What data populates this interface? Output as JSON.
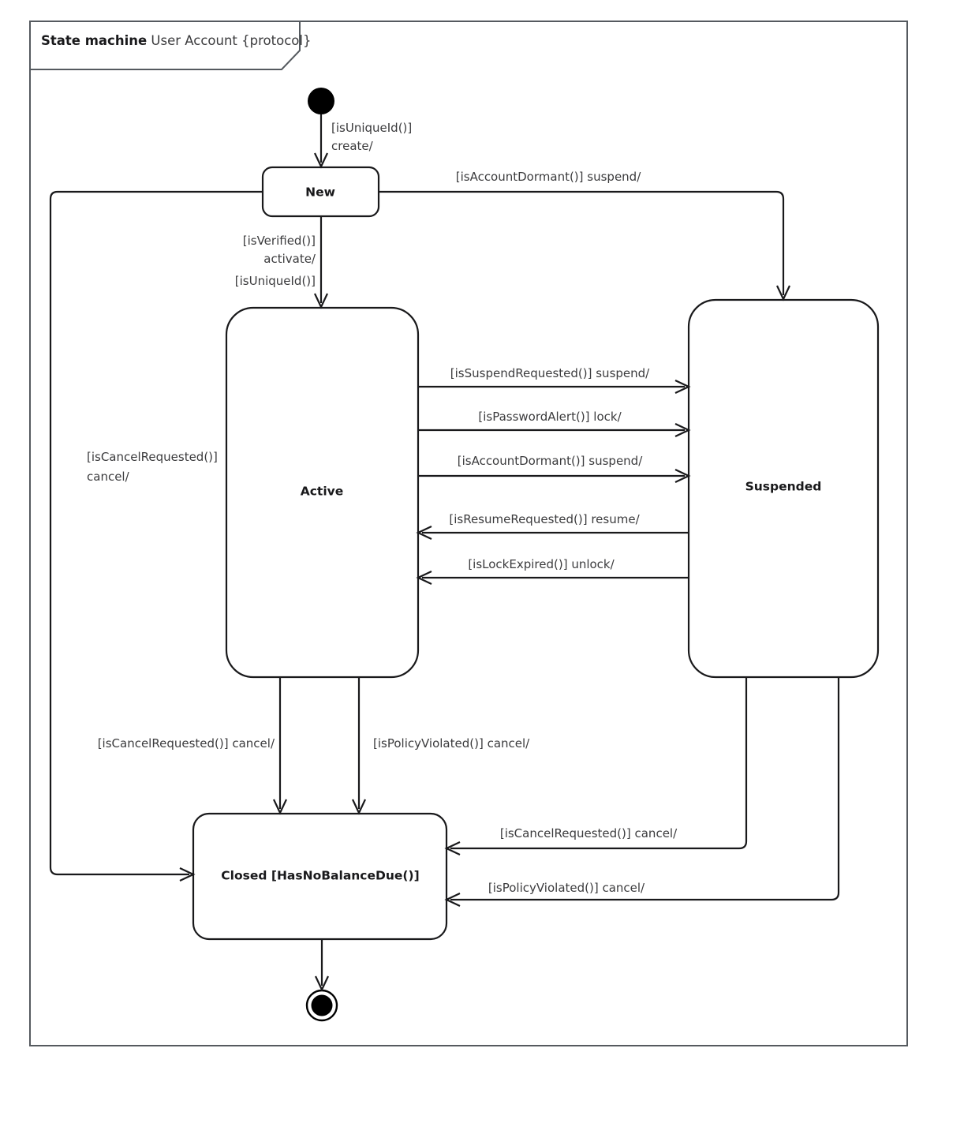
{
  "frame": {
    "header_bold": "State machine",
    "header_plain": " User Account {protocol}"
  },
  "states": {
    "initial": {
      "name": "initial-pseudostate"
    },
    "new": {
      "label": "New"
    },
    "active": {
      "label": "Active"
    },
    "suspended": {
      "label": "Suspended"
    },
    "closed": {
      "label": "Closed [HasNoBalanceDue()]"
    },
    "final": {
      "name": "final-state"
    }
  },
  "transitions": {
    "initial_to_new": {
      "line1": "[isUniqueId()]",
      "line2": "create/"
    },
    "new_to_active": {
      "line1": "[isVerified()]",
      "line2": "activate/",
      "line3": "[isUniqueId()]"
    },
    "new_to_suspended": {
      "label": "[isAccountDormant()] suspend/"
    },
    "new_to_closed": {
      "line1": "[isCancelRequested()]",
      "line2": "cancel/"
    },
    "active_to_suspended_1": {
      "label": "[isSuspendRequested()] suspend/"
    },
    "active_to_suspended_2": {
      "label": "[isPasswordAlert()] lock/"
    },
    "active_to_suspended_3": {
      "label": "[isAccountDormant()] suspend/"
    },
    "suspended_to_active_1": {
      "label": "[isResumeRequested()] resume/"
    },
    "suspended_to_active_2": {
      "label": "[isLockExpired()] unlock/"
    },
    "active_to_closed_1": {
      "label": "[isCancelRequested()] cancel/"
    },
    "active_to_closed_2": {
      "label": "[isPolicyViolated()] cancel/"
    },
    "suspended_to_closed_1": {
      "label": "[isCancelRequested()] cancel/"
    },
    "suspended_to_closed_2": {
      "label": "[isPolicyViolated()] cancel/"
    },
    "closed_to_final": {
      "label": ""
    }
  },
  "colors": {
    "frame_stroke": "#555a5f",
    "edge_stroke": "#19191b",
    "text": "#3b3b3d",
    "background": "#ffffff"
  }
}
